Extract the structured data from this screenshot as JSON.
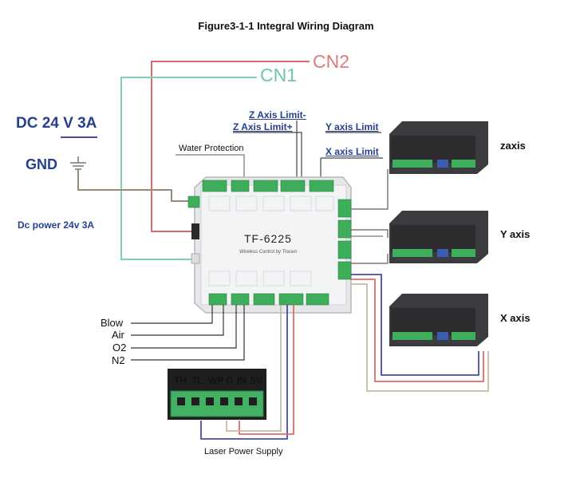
{
  "title": "Figure3-1-1 Integral Wiring Diagram",
  "connectors": {
    "cn2": "CN2",
    "cn1": "CN1"
  },
  "power": {
    "dc_label": "DC 24 V 3A",
    "gnd_label": "GND",
    "dc_power_note": "Dc power 24v 3A"
  },
  "limits": {
    "z_minus": "Z Axis Limit-",
    "z_plus": "Z Axis Limit+",
    "y_limit": "Y axis Limit",
    "x_limit": "X axis Limit"
  },
  "water_protection": "Water Protection",
  "controller": {
    "model": "TF-6225",
    "subtitle": "Wireless Control by Trocen"
  },
  "drivers": [
    {
      "label": "zaxis"
    },
    {
      "label": "Y axis"
    },
    {
      "label": "X axis"
    }
  ],
  "gas_outputs": [
    "Blow",
    "Air",
    "O2",
    "N2"
  ],
  "laser_power_supply": {
    "label": "Laser Power Supply",
    "pins": [
      "TH",
      "TL",
      "WP",
      "G",
      "IN",
      "5V"
    ]
  },
  "colors": {
    "red_wire": "#e06a6a",
    "green_wire": "#7fd0ae",
    "blue_wire": "#4b4ba6",
    "gray_wire": "#7a7a7a",
    "label_blue": "#25408f",
    "terminal_green": "#3fae5a"
  }
}
